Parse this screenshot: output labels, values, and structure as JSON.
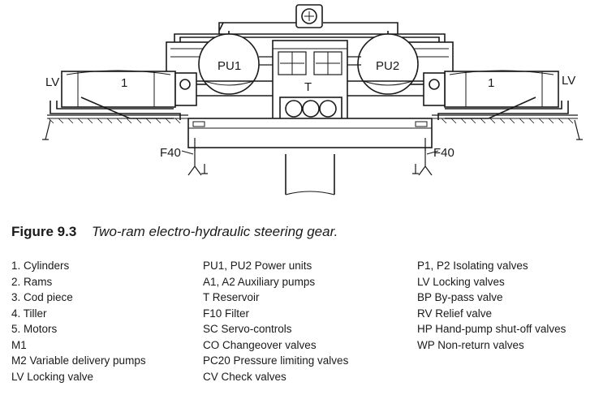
{
  "diagram": {
    "labels": {
      "pu1": "PU1",
      "pu2": "PU2",
      "reservoir": "T",
      "cyl_left": "1",
      "cyl_right": "1",
      "lv_left": "LV",
      "lv_right": "LV",
      "f40_left": "F40",
      "f40_right": "F40"
    }
  },
  "caption": {
    "figure_number": "Figure 9.3",
    "title": "Two-ram electro-hydraulic steering gear."
  },
  "legend": {
    "col1": [
      "1. Cylinders",
      "2. Rams",
      "3. Cod piece",
      "4. Tiller",
      "5. Motors",
      "M1",
      "M2 Variable delivery pumps",
      "LV Locking valve"
    ],
    "col2": [
      "PU1, PU2 Power units",
      "A1, A2 Auxiliary pumps",
      "T Reservoir",
      "F10 Filter",
      "SC Servo-controls",
      "CO Changeover valves",
      "PC20 Pressure limiting valves",
      "CV Check valves"
    ],
    "col3": [
      "P1, P2 Isolating valves",
      "LV Locking valves",
      "BP By-pass valve",
      "RV Relief valve",
      "HP Hand-pump shut-off valves",
      "WP Non-return valves"
    ]
  }
}
